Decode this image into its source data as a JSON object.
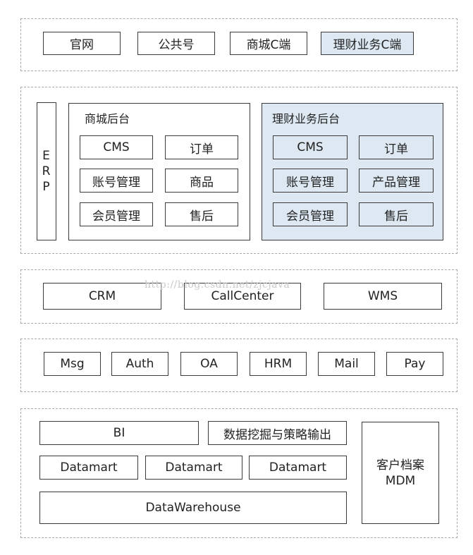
{
  "layers": {
    "channels": {
      "items": [
        "官网",
        "公共号",
        "商城C端",
        "理财业务C端"
      ]
    },
    "backends": {
      "erp": [
        "E",
        "R",
        "P"
      ],
      "mall": {
        "title": "商城后台",
        "items": [
          "CMS",
          "订单",
          "账号管理",
          "商品",
          "会员管理",
          "售后"
        ]
      },
      "finance": {
        "title": "理财业务后台",
        "items": [
          "CMS",
          "订单",
          "账号管理",
          "产品管理",
          "会员管理",
          "售后"
        ]
      }
    },
    "business": {
      "items": [
        "CRM",
        "CallCenter",
        "WMS"
      ]
    },
    "services": {
      "items": [
        "Msg",
        "Auth",
        "OA",
        "HRM",
        "Mail",
        "Pay"
      ]
    },
    "data": {
      "bi": "BI",
      "mining": "数据挖掘与策略输出",
      "datamarts": [
        "Datamart",
        "Datamart",
        "Datamart"
      ],
      "warehouse": "DataWarehouse",
      "mdm": [
        "客户档案",
        "MDM"
      ]
    }
  },
  "watermark": "http://blog.csdn.net/zjcjava",
  "colors": {
    "highlight": "#dde8f3",
    "border": "#3a3a3a",
    "dashed": "#a8a8a8"
  }
}
